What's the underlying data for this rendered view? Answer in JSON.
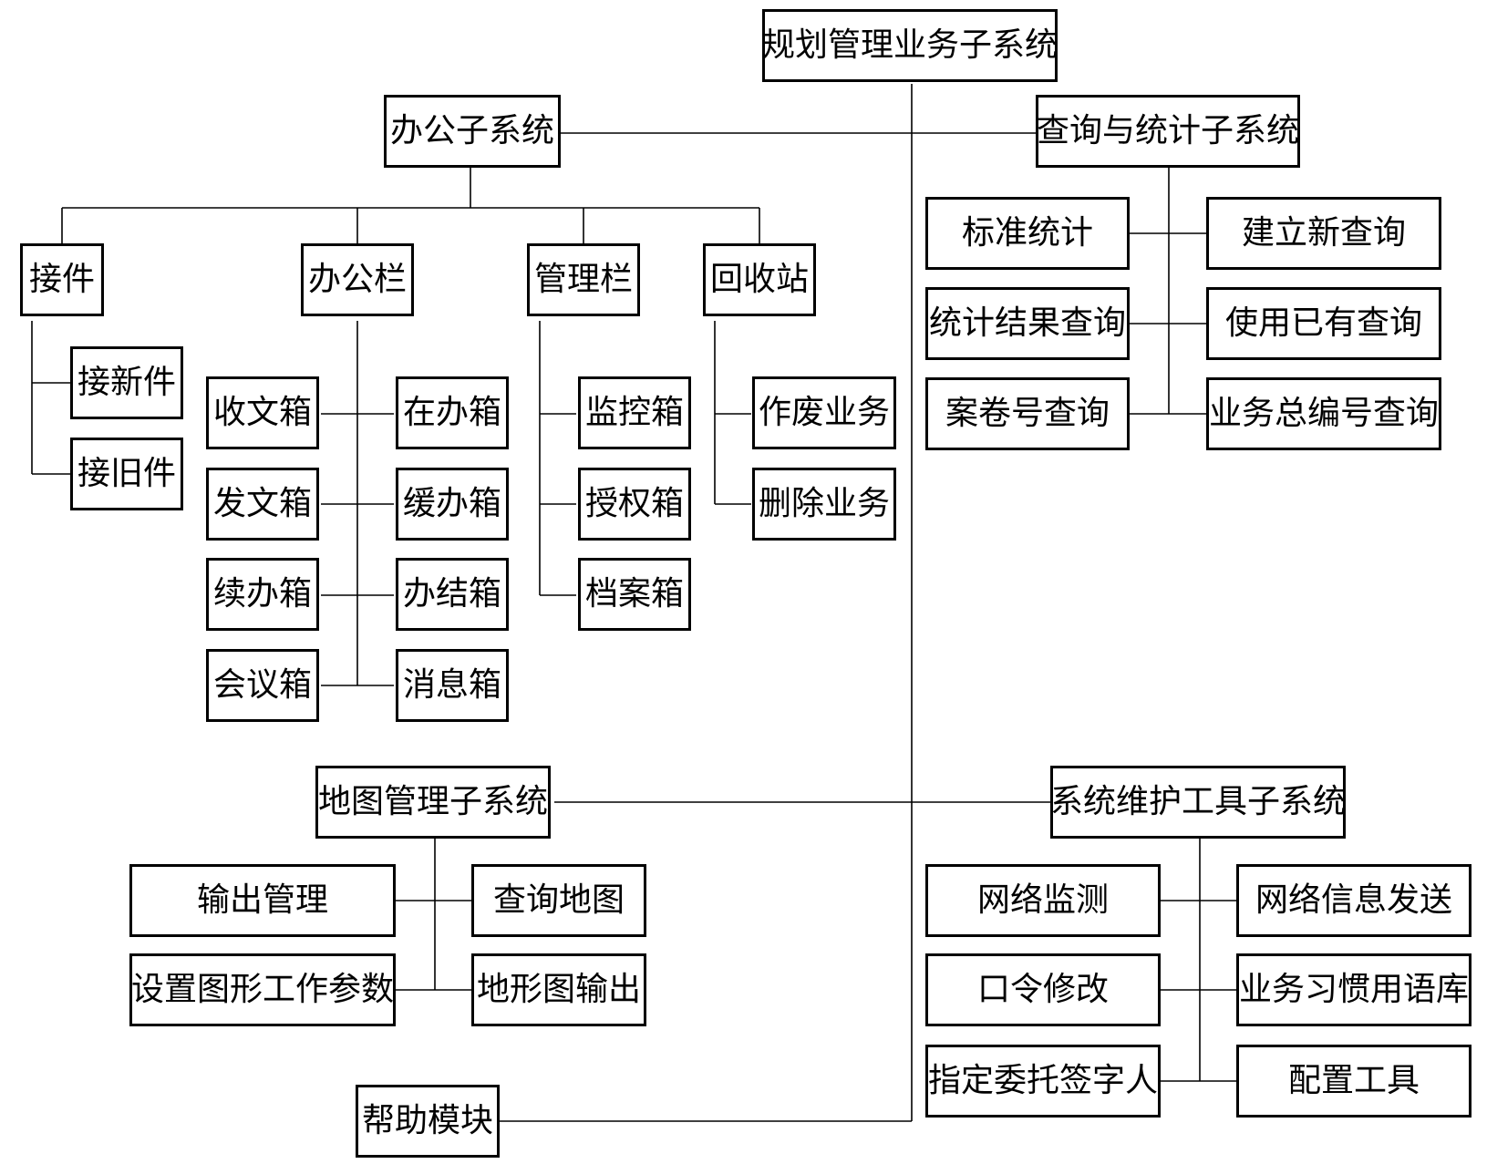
{
  "root": "规划管理业务子系统",
  "office": {
    "title": "办公子系统",
    "jiejian": {
      "title": "接件",
      "items": [
        "接新件",
        "接旧件"
      ]
    },
    "bangonglan": {
      "title": "办公栏",
      "left": [
        "收文箱",
        "发文箱",
        "续办箱",
        "会议箱"
      ],
      "right": [
        "在办箱",
        "缓办箱",
        "办结箱",
        "消息箱"
      ]
    },
    "guanlilan": {
      "title": "管理栏",
      "items": [
        "监控箱",
        "授权箱",
        "档案箱"
      ]
    },
    "huishouzhan": {
      "title": "回收站",
      "items": [
        "作废业务",
        "删除业务"
      ]
    }
  },
  "query": {
    "title": "查询与统计子系统",
    "left": [
      "标准统计",
      "统计结果查询",
      "案卷号查询"
    ],
    "right": [
      "建立新查询",
      "使用已有查询",
      "业务总编号查询"
    ]
  },
  "map": {
    "title": "地图管理子系统",
    "left": [
      "输出管理",
      "设置图形工作参数"
    ],
    "right": [
      "查询地图",
      "地形图输出"
    ]
  },
  "maint": {
    "title": "系统维护工具子系统",
    "left": [
      "网络监测",
      "口令修改",
      "指定委托签字人"
    ],
    "right": [
      "网络信息发送",
      "业务习惯用语库",
      "配置工具"
    ]
  },
  "help": "帮助模块"
}
